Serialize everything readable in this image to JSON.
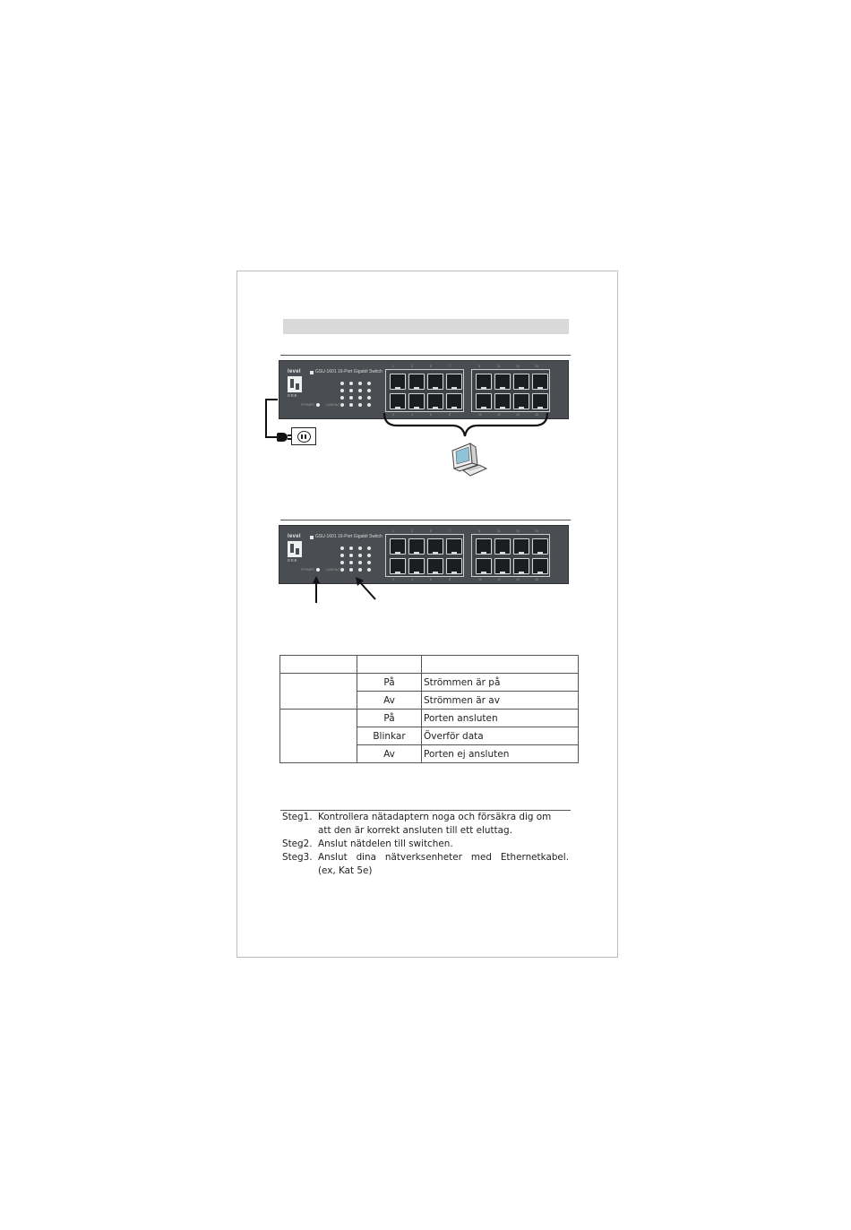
{
  "switch": {
    "brand_word": "level",
    "brand_sub": "one",
    "model_text": "GSU-1601  16-Port Gigabit Switch",
    "power_label": "POWER",
    "link_label": "LINK/ACT",
    "port_numbers_top": [
      "1",
      "3",
      "5",
      "7",
      "9",
      "11",
      "13",
      "15"
    ],
    "port_numbers_bottom": [
      "2",
      "4",
      "6",
      "8",
      "10",
      "12",
      "14",
      "16"
    ]
  },
  "icons": {
    "power_plug": "plug-icon",
    "wall_outlet": "outlet-icon",
    "computer": "computer-icon"
  },
  "led_table": {
    "rows": [
      {
        "name": "",
        "state": "",
        "desc": ""
      },
      {
        "name": "",
        "state": "På",
        "desc": "Strömmen är på"
      },
      {
        "name": "",
        "state": "Av",
        "desc": "Strömmen är av"
      },
      {
        "name": "",
        "state": "På",
        "desc": "Porten ansluten"
      },
      {
        "name": "",
        "state": "Blinkar",
        "desc": "Överför data"
      },
      {
        "name": "",
        "state": "Av",
        "desc": "Porten ej ansluten"
      }
    ]
  },
  "steps": [
    {
      "num": "Steg1.",
      "lines": [
        "Kontrollera nätadaptern noga och försäkra dig om",
        "att den är korrekt ansluten till ett eluttag."
      ]
    },
    {
      "num": "Steg2.",
      "lines": [
        "Anslut nätdelen till switchen."
      ]
    },
    {
      "num": "Steg3.",
      "lines": [
        "Anslut dina nätverksenheter med Ethernetkabel.",
        "(ex, Kat 5e)"
      ]
    }
  ],
  "colors": {
    "switch_body": "#4a4d51",
    "title_bar": "#d9d9d9",
    "border": "#555555"
  }
}
